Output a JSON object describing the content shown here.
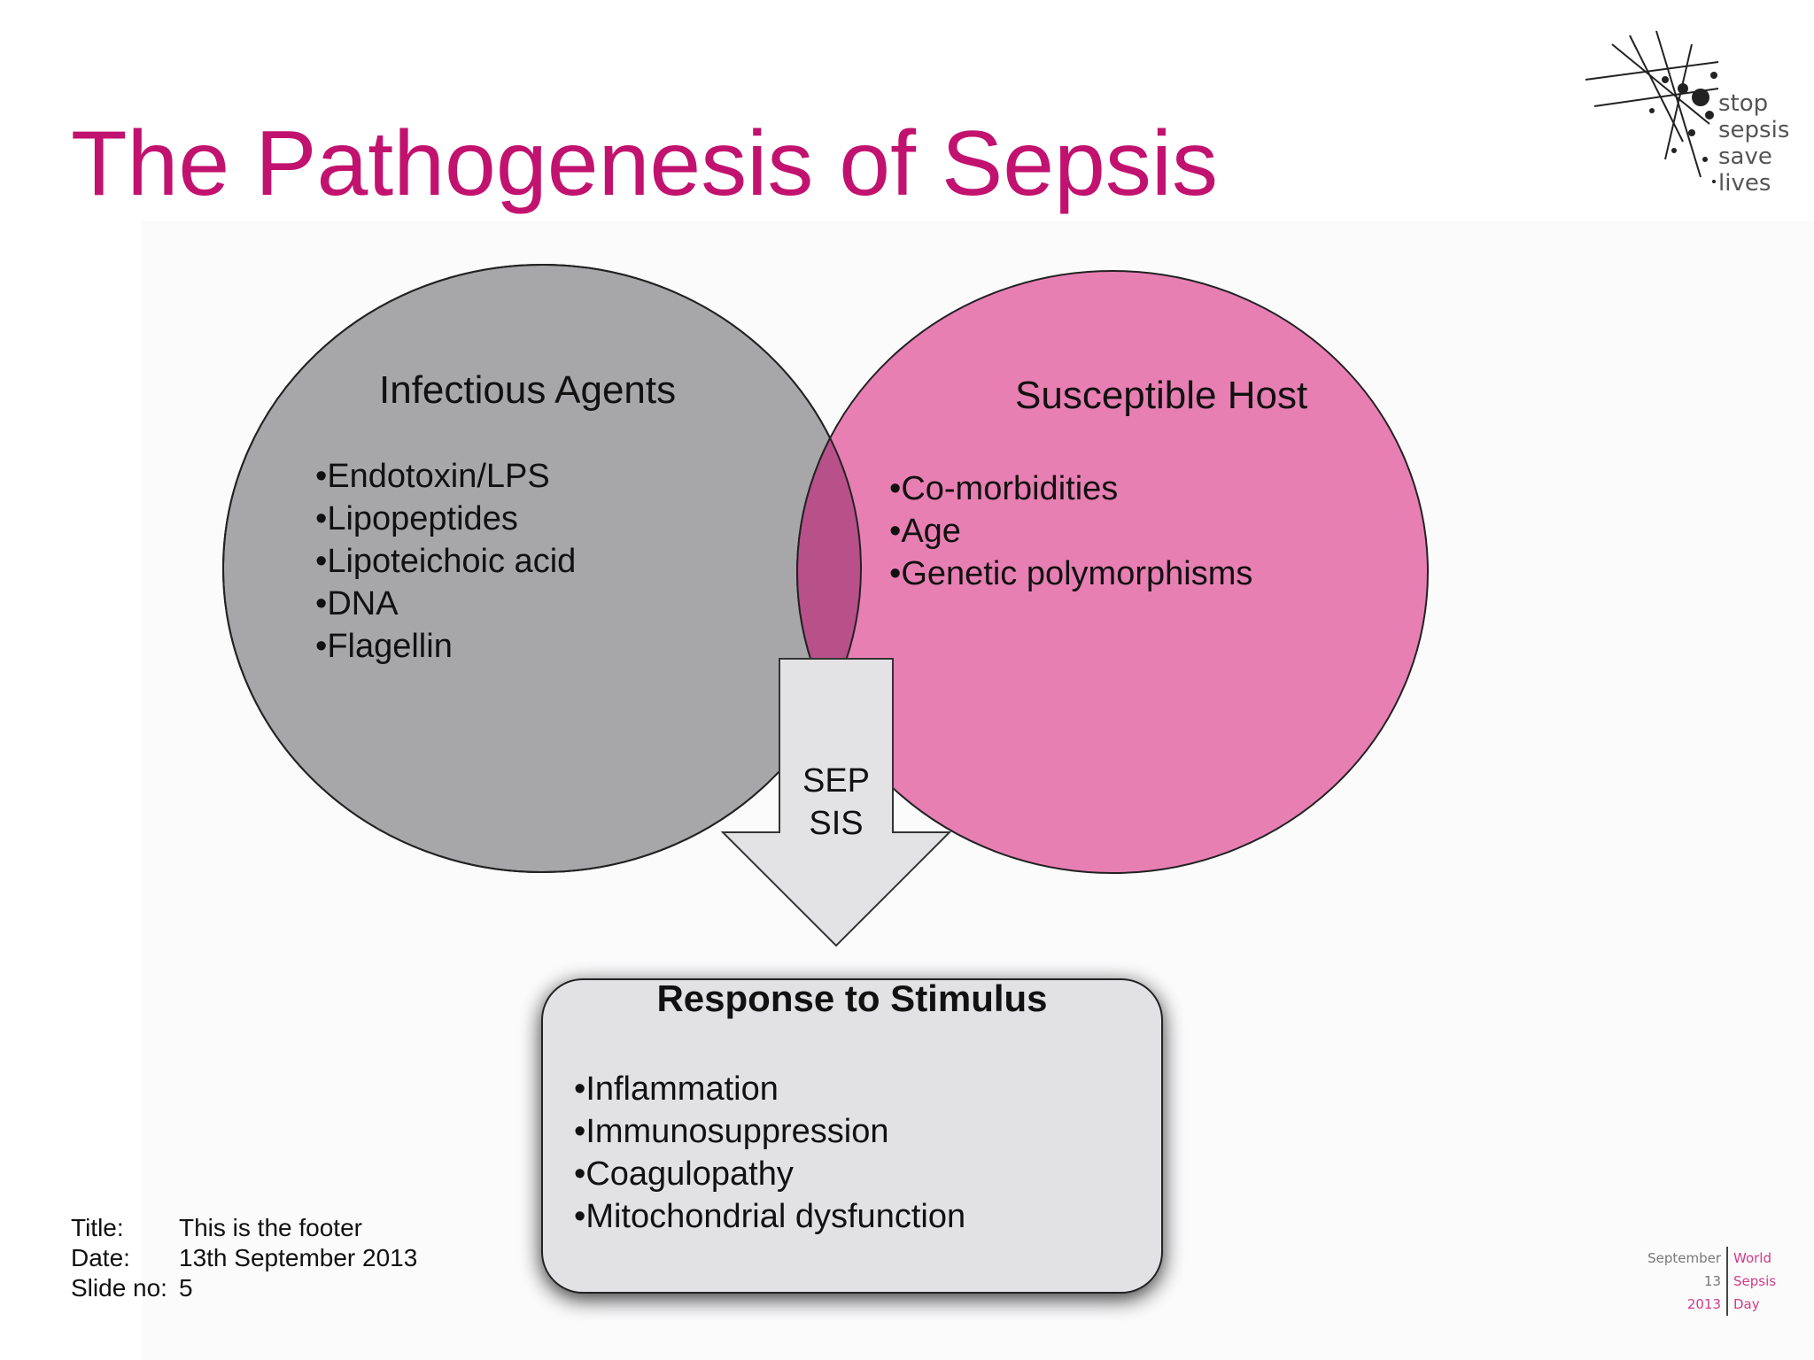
{
  "slide": {
    "title": "The Pathogenesis of Sepsis"
  },
  "logo": {
    "lines": [
      "stop",
      "sepsis",
      "save",
      "lives"
    ]
  },
  "left_circle": {
    "heading": "Infectious Agents",
    "items": [
      "Endotoxin/LPS",
      "Lipopeptides",
      "Lipoteichoic acid",
      "DNA",
      "Flagellin"
    ]
  },
  "right_circle": {
    "heading": "Susceptible Host",
    "items": [
      "Co-morbidities",
      "Age",
      "Genetic polymorphisms"
    ]
  },
  "arrow": {
    "line1": "SEP",
    "line2": "SIS"
  },
  "response_box": {
    "heading": "Response to Stimulus",
    "items": [
      "Inflammation",
      "Immunosuppression",
      "Coagulopathy",
      "Mitochondrial dysfunction"
    ]
  },
  "footer": {
    "title_key": "Title:",
    "title_value": "This is the footer",
    "date_key": "Date:",
    "date_value": "13th September 2013",
    "slide_key": "Slide no:",
    "slide_value": "5"
  },
  "world_sepsis_day": {
    "left": [
      "September",
      "13",
      "2013"
    ],
    "right": [
      "World",
      "Sepsis",
      "Day"
    ]
  },
  "colors": {
    "title": "#c2126f",
    "left_circle": "#a7a6a8",
    "right_circle": "#e77fb3",
    "overlap": "#b8508a",
    "arrow": "#e3e3e5",
    "box": "#e2e1e3"
  }
}
